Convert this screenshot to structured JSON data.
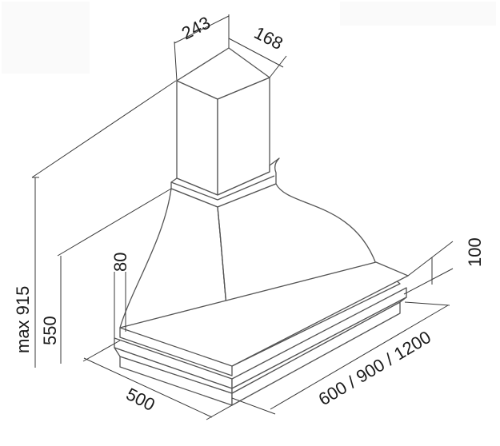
{
  "diagram": {
    "type": "technical-dimension-drawing",
    "subject": "chimney cooker hood",
    "dimensions": {
      "chimney_width": "243",
      "chimney_depth": "168",
      "max_height": "max 915",
      "height_550": "550",
      "height_80": "80",
      "depth": "500",
      "widths": "600 / 900 / 1200",
      "canopy_height": "100"
    }
  }
}
